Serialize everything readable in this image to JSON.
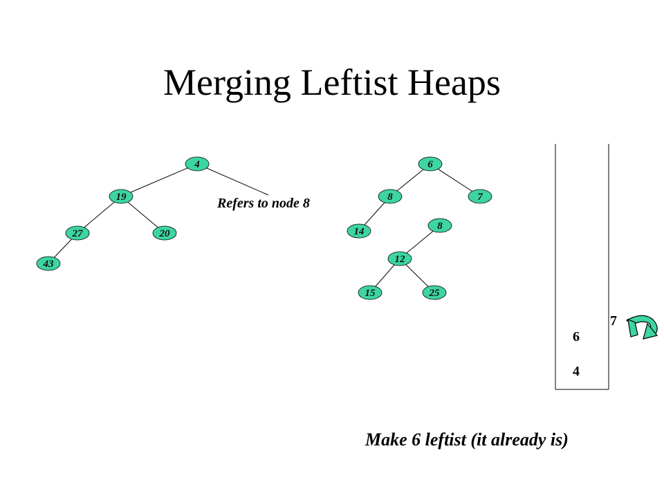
{
  "title": "Merging Leftist Heaps",
  "annotation_refers": "Refers to node 8",
  "caption": "Make 6 leftist (it already is)",
  "colors": {
    "node_fill": "#3dd5a0",
    "node_stroke": "#000000",
    "line": "#000000"
  },
  "heap_left": {
    "nodes": [
      {
        "id": "l4",
        "label": "4"
      },
      {
        "id": "l19",
        "label": "19"
      },
      {
        "id": "l27",
        "label": "27"
      },
      {
        "id": "l20",
        "label": "20"
      },
      {
        "id": "l43",
        "label": "43"
      }
    ],
    "edges": [
      [
        "l4",
        "l19"
      ],
      [
        "l19",
        "l27"
      ],
      [
        "l19",
        "l20"
      ],
      [
        "l27",
        "l43"
      ]
    ]
  },
  "heap_right": {
    "nodes": [
      {
        "id": "r6",
        "label": "6"
      },
      {
        "id": "r8a",
        "label": "8"
      },
      {
        "id": "r7",
        "label": "7"
      },
      {
        "id": "r14",
        "label": "14"
      },
      {
        "id": "r8b",
        "label": "8"
      },
      {
        "id": "r12",
        "label": "12"
      },
      {
        "id": "r15",
        "label": "15"
      },
      {
        "id": "r25",
        "label": "25"
      }
    ],
    "edges": [
      [
        "r6",
        "r8a"
      ],
      [
        "r6",
        "r7"
      ],
      [
        "r8a",
        "r14"
      ],
      [
        "r8b",
        "r12"
      ],
      [
        "r12",
        "r15"
      ],
      [
        "r12",
        "r25"
      ]
    ]
  },
  "stack": {
    "items": [
      "6",
      "4"
    ],
    "outside_label": "7"
  },
  "return_arrow_icon": "return-arrow-icon"
}
